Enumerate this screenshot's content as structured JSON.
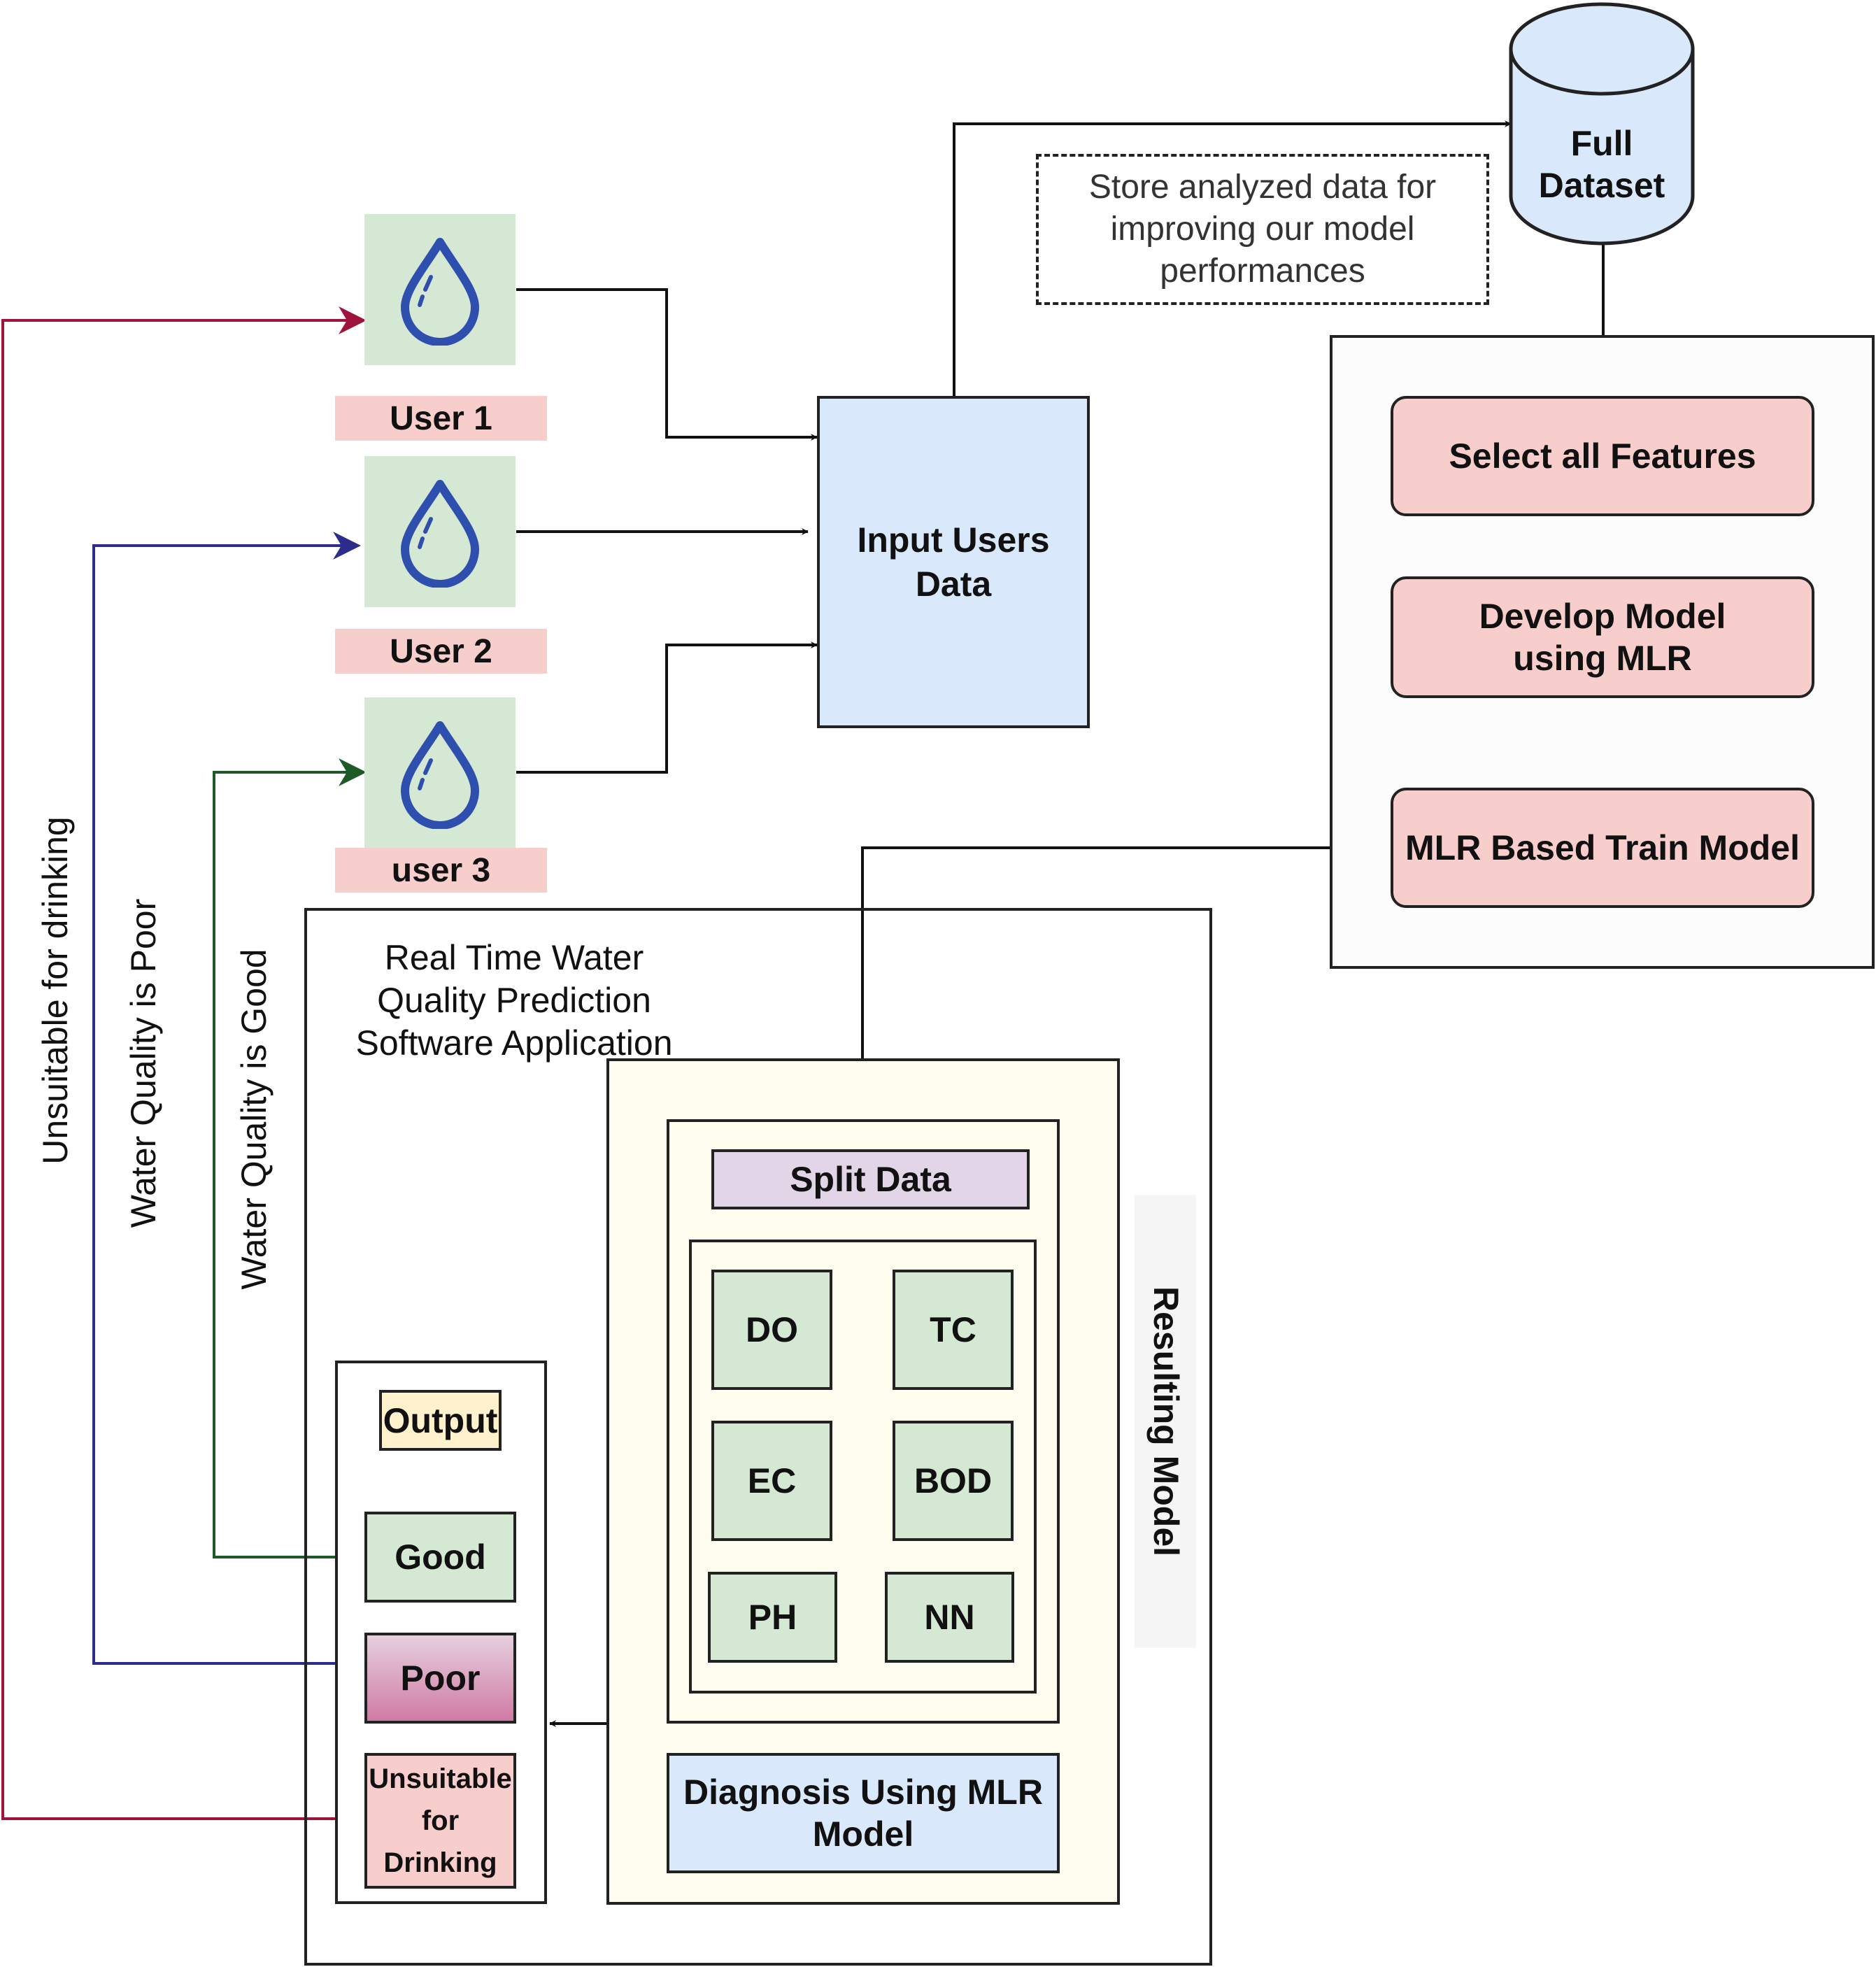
{
  "users": [
    {
      "label": "User 1",
      "icon": "water-drop-icon"
    },
    {
      "label": "User 2",
      "icon": "water-drop-icon"
    },
    {
      "label": "user 3",
      "icon": "water-drop-icon"
    }
  ],
  "input_users_data": "Input Users Data",
  "full_dataset": "Full Dataset",
  "store_note": "Store analyzed data for improving our model performances",
  "pipeline": {
    "select_features": "Select all Features",
    "develop_model": "Develop Model using MLR",
    "train_model": "MLR Based Train Model"
  },
  "app_title": "Real Time Water Quality Prediction Software Application",
  "resulting_model": "Resulting Model",
  "split_data": "Split Data",
  "features": [
    "DO",
    "TC",
    "EC",
    "BOD",
    "PH",
    "NN"
  ],
  "diagnosis": "Diagnosis Using MLR Model",
  "output": {
    "title": "Output",
    "good": "Good",
    "poor": "Poor",
    "unsuitable": "Unsuitable for Drinking"
  },
  "feedback_labels": {
    "unsuitable": "Unsuitable for drinking",
    "poor": "Water Quality is Poor",
    "good": "Water Quality is Good"
  },
  "colors": {
    "unsuitable_line": "#a0143c",
    "poor_line": "#2c2c8c",
    "good_line": "#1e5a28",
    "node_pink": "#f8cecc",
    "node_green": "#d5e8d4",
    "node_blue": "#dae8fc",
    "split_purple": "#e1d5e7",
    "output_yellow": "#fff2cc",
    "model_bg": "#fffdf0"
  }
}
